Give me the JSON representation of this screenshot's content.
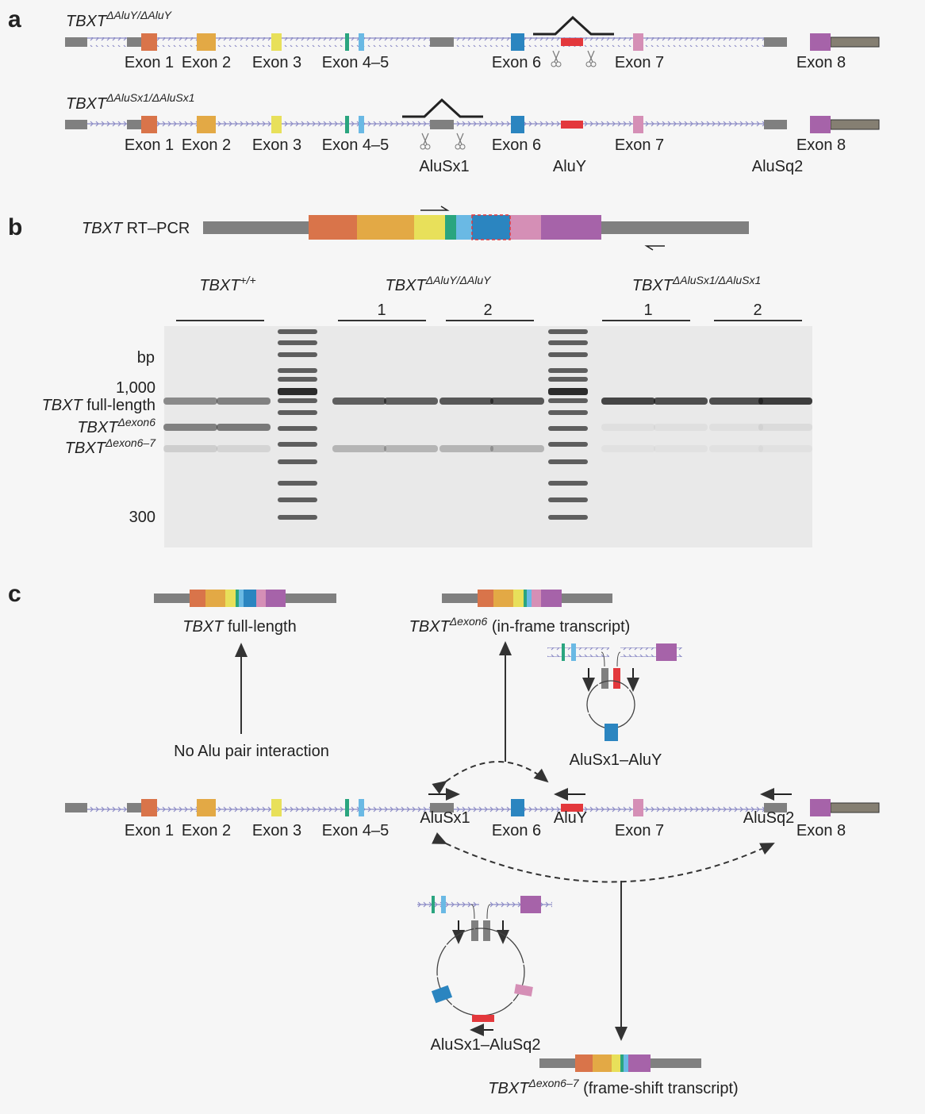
{
  "panels": {
    "a": "a",
    "b": "b",
    "c": "c"
  },
  "colors": {
    "exon1": "#d9744a",
    "exon2": "#e3a945",
    "exon3": "#e8e05a",
    "exon4": "#2aa57f",
    "exon5": "#6ab9e4",
    "exon6": "#2b85c0",
    "exon7": "#d58fb6",
    "exon8": "#a663a9",
    "alu": "#e3383c",
    "gray": "#808080",
    "utr": "#857f72",
    "chevron": "#8d8cc6"
  },
  "exons": [
    "Exon 1",
    "Exon 2",
    "Exon 3",
    "Exon 4–5",
    "Exon 6",
    "Exon 7",
    "Exon 8"
  ],
  "alus": [
    "AluSx1",
    "AluY",
    "AluSq2"
  ],
  "panel_a": {
    "row1_title": "TBXT",
    "row1_sup": "ΔAluY/ΔAluY",
    "row2_title": "TBXT",
    "row2_sup": "ΔAluSx1/ΔAluSx1"
  },
  "panel_b": {
    "rtpcr_gene": "TBXT",
    "rtpcr_label": " RT–PCR",
    "groups": [
      {
        "title": "TBXT",
        "sup": "+/+"
      },
      {
        "title": "TBXT",
        "sup": "ΔAluY/ΔAluY"
      },
      {
        "title": "TBXT",
        "sup": "ΔAluSx1/ΔAluSx1"
      }
    ],
    "clones": [
      "1",
      "2",
      "1",
      "2"
    ],
    "ylabels": {
      "bp": "bp",
      "mark_1000": "1,000",
      "mark_300": "300",
      "full_gene": "TBXT",
      "full_rest": " full-length",
      "d6_gene": "TBXT",
      "d6_sup": "Δexon6",
      "d67_gene": "TBXT",
      "d67_sup": "Δexon6–7"
    },
    "lanes": [
      {
        "group": "wt",
        "full": 0.55,
        "d6": 0.6,
        "d67": 0.15
      },
      {
        "group": "wt",
        "full": 0.6,
        "d6": 0.65,
        "d67": 0.12
      },
      {
        "group": "aluy-1",
        "full": 0.8,
        "d6": 0,
        "d67": 0.3
      },
      {
        "group": "aluy-1",
        "full": 0.8,
        "d6": 0,
        "d67": 0.3
      },
      {
        "group": "aluy-2",
        "full": 0.85,
        "d6": 0,
        "d67": 0.3
      },
      {
        "group": "aluy-2",
        "full": 0.85,
        "d6": 0,
        "d67": 0.3
      },
      {
        "group": "alusx1-1",
        "full": 0.95,
        "d6": 0.05,
        "d67": 0.04
      },
      {
        "group": "alusx1-1",
        "full": 0.9,
        "d6": 0.05,
        "d67": 0.04
      },
      {
        "group": "alusx1-2",
        "full": 0.9,
        "d6": 0.05,
        "d67": 0.04
      },
      {
        "group": "alusx1-2",
        "full": 1.0,
        "d6": 0.08,
        "d67": 0.04
      }
    ]
  },
  "panel_c": {
    "full_gene": "TBXT",
    "full_rest": " full-length",
    "d6_gene": "TBXT",
    "d6_sup": "Δexon6",
    "d6_rest": " (in-frame transcript)",
    "d67_gene": "TBXT",
    "d67_sup": "Δexon6–7",
    "d67_rest": " (frame-shift transcript)",
    "no_pair": "No Alu pair interaction",
    "pair1": "AluSx1–AluY",
    "pair2": "AluSx1–AluSq2"
  }
}
